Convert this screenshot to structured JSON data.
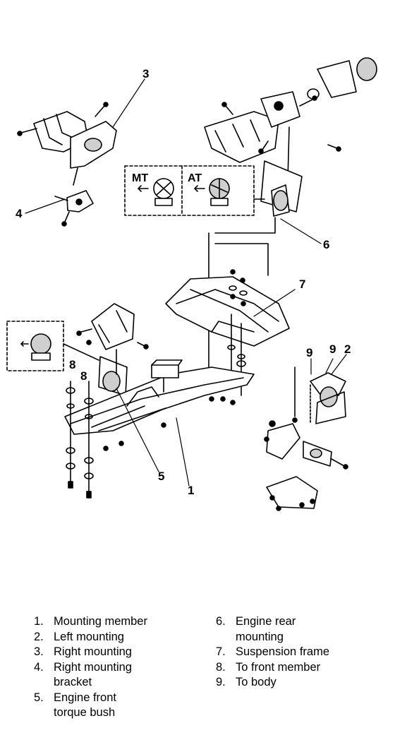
{
  "callouts": {
    "c1": "1",
    "c2": "2",
    "c3": "3",
    "c4": "4",
    "c5": "5",
    "c6": "6",
    "c7": "7",
    "c8a": "8",
    "c8b": "8",
    "c9a": "9",
    "c9b": "9"
  },
  "inset": {
    "mt_label": "MT",
    "at_label": "AT"
  },
  "legend": {
    "left": [
      {
        "num": "1.",
        "text": "Mounting member"
      },
      {
        "num": "2.",
        "text": "Left mounting"
      },
      {
        "num": "3.",
        "text": "Right mounting"
      },
      {
        "num": "4.",
        "text": "Right mounting bracket"
      },
      {
        "num": "5.",
        "text": "Engine front torque bush"
      }
    ],
    "right": [
      {
        "num": "6.",
        "text": "Engine rear mounting"
      },
      {
        "num": "7.",
        "text": "Suspension frame"
      },
      {
        "num": "8.",
        "text": "To front member"
      },
      {
        "num": "9.",
        "text": "To body"
      }
    ]
  },
  "colors": {
    "ink": "#000000",
    "paper": "#ffffff",
    "shade": "#cfcfcf"
  }
}
